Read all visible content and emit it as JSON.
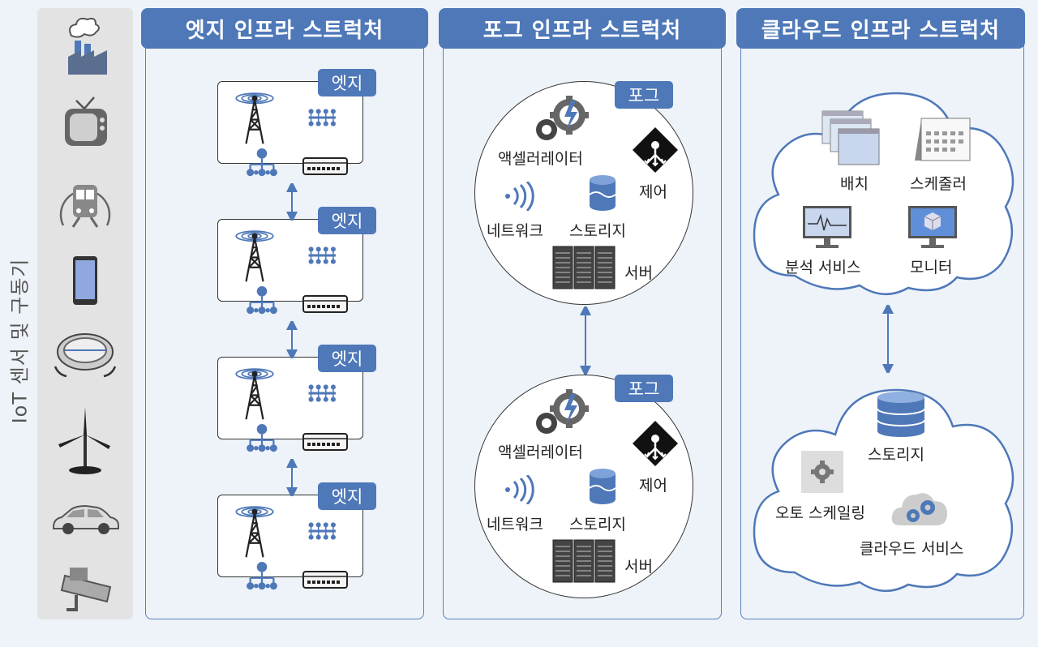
{
  "side_label": "IoT 센서 및 구동기",
  "devices": [
    {
      "name": "factory-icon"
    },
    {
      "name": "tv-icon"
    },
    {
      "name": "train-icon"
    },
    {
      "name": "smartphone-icon"
    },
    {
      "name": "robot-vacuum-icon"
    },
    {
      "name": "wind-turbine-icon"
    },
    {
      "name": "car-icon"
    },
    {
      "name": "cctv-camera-icon"
    }
  ],
  "edge": {
    "title": "엣지 인프라 스트럭처",
    "node_tag": "엣지",
    "tags": [
      "엣지",
      "엣지",
      "엣지",
      "엣지"
    ]
  },
  "fog": {
    "title": "포그 인프라 스트럭처",
    "nodes": [
      {
        "tag": "포그",
        "accelerator": "액셀러레이터",
        "control": "제어",
        "network": "네트워크",
        "storage": "스토리지",
        "server": "서버"
      },
      {
        "tag": "포그",
        "accelerator": "액셀러레이터",
        "control": "제어",
        "network": "네트워크",
        "storage": "스토리지",
        "server": "서버"
      }
    ]
  },
  "cloud": {
    "title": "클라우드 인프라 스트럭처",
    "upper": {
      "batch": "배치",
      "scheduler": "스케줄러",
      "analytics": "분석 서비스",
      "monitor": "모니터"
    },
    "lower": {
      "storage": "스토리지",
      "autoscaling": "오토 스케일링",
      "cloud_service": "클라우드 서비스"
    }
  },
  "colors": {
    "accent": "#4e78b8",
    "panel_bg": "#eef3f9",
    "device_bg": "#e3e3e3"
  }
}
